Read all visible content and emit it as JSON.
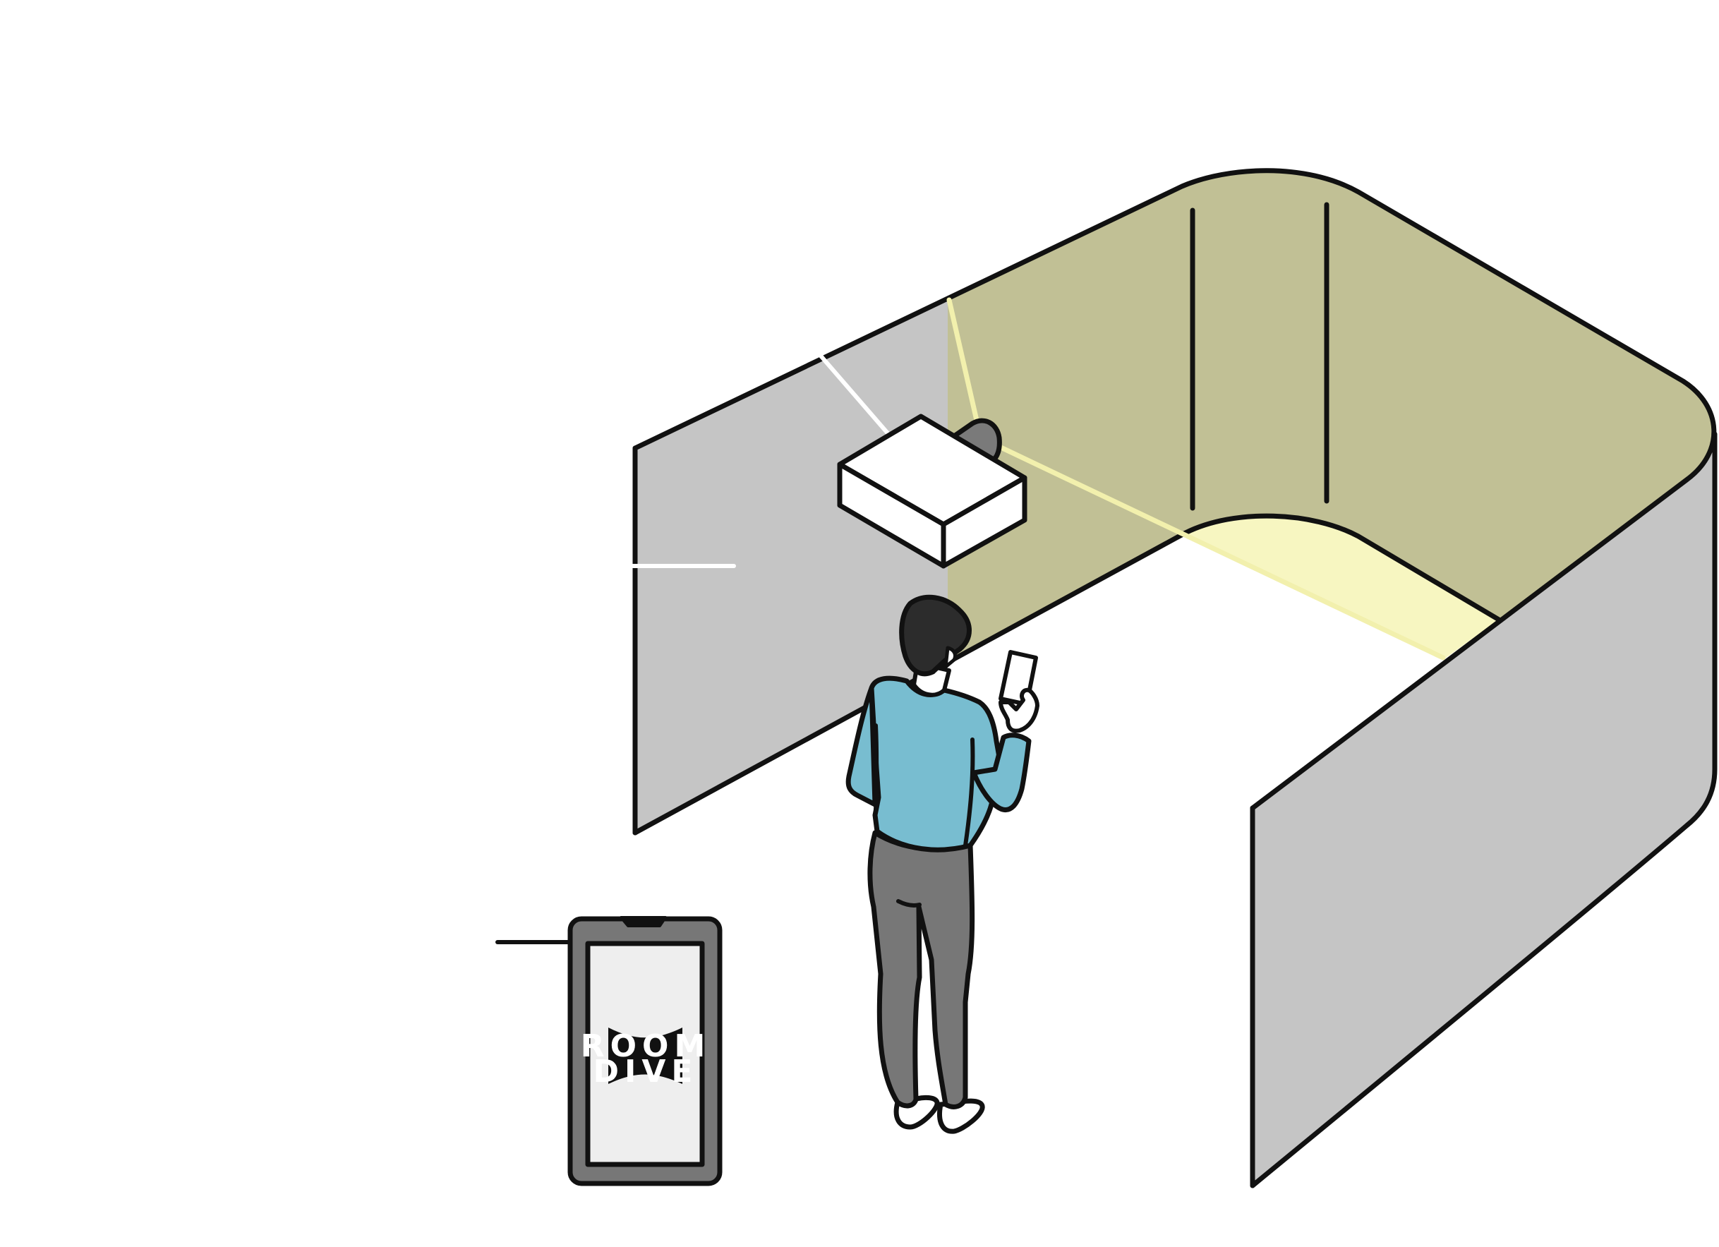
{
  "logo": {
    "line1": "ROOM",
    "line2": "DIVE"
  },
  "colors": {
    "outline": "#111111",
    "wall_gray": "#c5c5c5",
    "wall_olive": "#c1c095",
    "floor_light": "#f7f6c1",
    "projector_beam": "#f2f0ad",
    "shirt_blue": "#78bdd0",
    "pants_gray": "#777777",
    "hair_dark": "#2c2c2c",
    "tablet_frame": "#777777",
    "tablet_screen": "#eeeeee",
    "sensor_gray": "#7a7a7a"
  },
  "elements": {
    "room": "room-enclosure",
    "projector": "ceiling-projector",
    "sensor": "depth-sensor",
    "person": "user-with-phone",
    "tablet": "tablet-kiosk"
  }
}
